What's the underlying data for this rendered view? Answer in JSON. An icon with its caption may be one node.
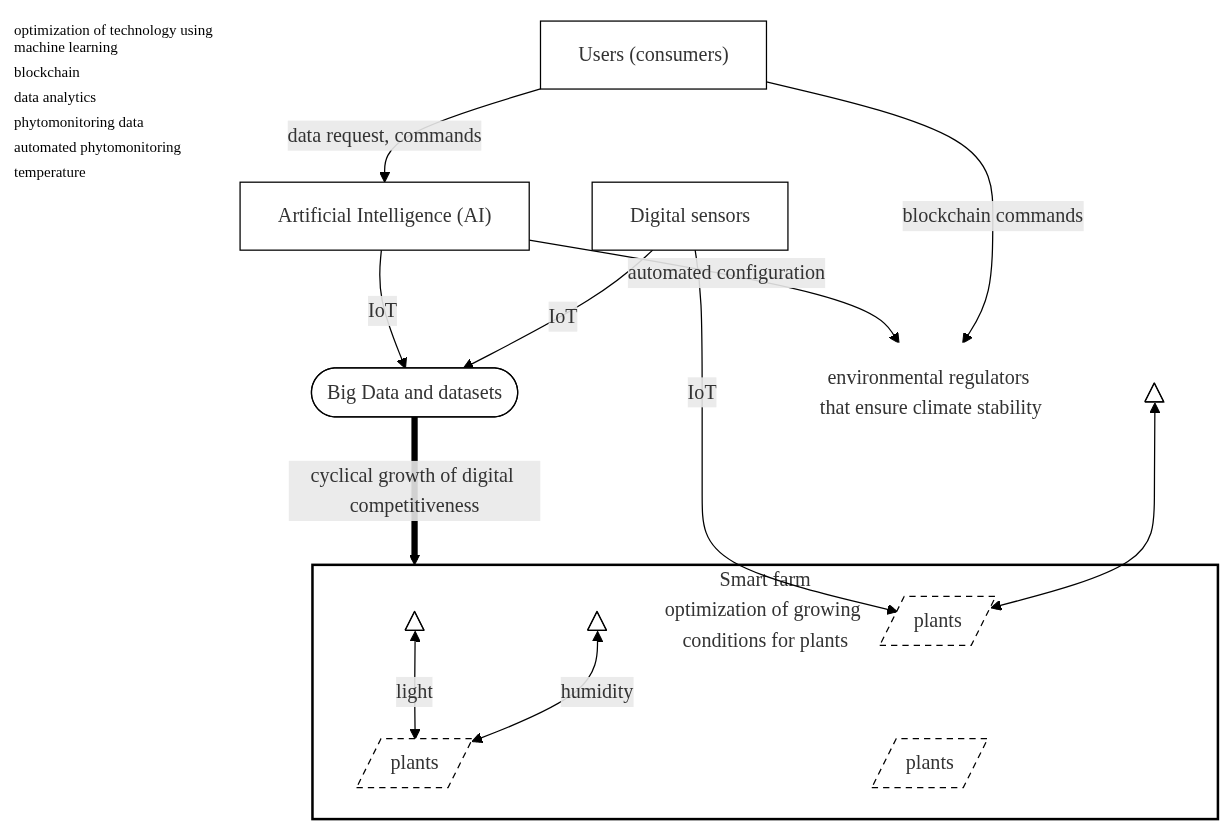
{
  "diagram": {
    "nodes": [
      {
        "text": [
          "Artificial Intelligence (AI)"
        ]
      },
      {
        "text": [
          "Users (consumers)"
        ]
      },
      {
        "text": [
          "Big Data and datasets"
        ]
      },
      {
        "text": [
          "Digital sensors"
        ]
      },
      {
        "text": [
          "Smart farm",
          "optimization of growing conditions for plants"
        ]
      },
      {
        "text": [],
        "shape": "triangle",
        "in": 4
      },
      {
        "text": [],
        "shape": "triangle",
        "in": 4
      },
      {
        "text": [
          "plants"
        ],
        "in": 4
      },
      {
        "text": [
          "plants"
        ],
        "in": 4
      },
      {
        "text": [
          "plants"
        ],
        "in": 4
      },
      {
        "text": [],
        "shape": "triangle"
      },
      {
        "text": [
          "environmental regulators that ensure climate stability"
        ]
      }
    ],
    "edges": [
      {
        "from": 1,
        "to": 0,
        "arrow": "to",
        "label": "data request, commands"
      },
      {
        "from": 0,
        "to": 2,
        "arrow": "to",
        "label": "IoT"
      },
      {
        "from": 0,
        "to": 11,
        "arrow": "to",
        "label": "automated configuration"
      },
      {
        "from": 1,
        "to": 11,
        "arrow": "to",
        "label": "blockchain commands"
      },
      {
        "from": 3,
        "to": 2,
        "arrow": "to",
        "label": "IoT"
      },
      {
        "from": 3,
        "to": 8,
        "arrow": "to",
        "label": "IoT"
      },
      {
        "from": 5,
        "to": 7,
        "arrow": "both",
        "label": "light"
      },
      {
        "from": 6,
        "to": 7,
        "arrow": "both",
        "label": "humidity"
      },
      {
        "from": 10,
        "to": 8,
        "arrow": "both"
      },
      {
        "from": 2,
        "to": 4,
        "arrow": "to",
        "label": "cyclical growth of digital competitiveness",
        "style": "thick"
      }
    ],
    "labels": [
      "optimization of technology using machine learning",
      "blockchain",
      "data analytics",
      "phytomonitoring data",
      "automated phytomonitoring",
      "temperature"
    ]
  }
}
